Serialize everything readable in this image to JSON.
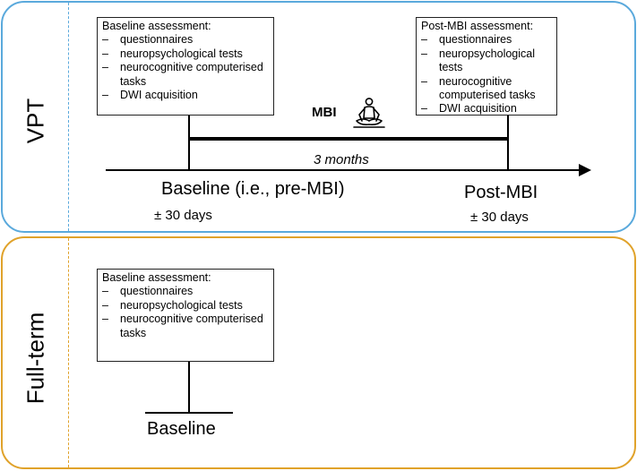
{
  "groups": {
    "vpt": "VPT",
    "full_term": "Full-term"
  },
  "vpt": {
    "baseline_box": {
      "title": "Baseline assessment:",
      "items": [
        "questionnaires",
        "neuropsychological tests",
        "neurocognitive computerised tasks",
        "DWI acquisition"
      ]
    },
    "post_box": {
      "title": "Post-MBI assessment:",
      "items": [
        "questionnaires",
        "neuropsychological tests",
        "neurocognitive computerised tasks",
        "DWI acquisition"
      ]
    },
    "mbi_label": "MBI",
    "duration": "3 months",
    "baseline_label": "Baseline (i.e., pre-MBI)",
    "baseline_window": "± 30 days",
    "post_label": "Post-MBI",
    "post_window": "± 30 days"
  },
  "full_term": {
    "baseline_box": {
      "title": "Baseline assessment:",
      "items": [
        "questionnaires",
        "neuropsychological tests",
        "neurocognitive computerised tasks"
      ]
    },
    "baseline_label": "Baseline"
  },
  "icons": {
    "meditation": "meditation-icon"
  },
  "colors": {
    "vpt_border": "#5aa9dc",
    "full_term_border": "#e0a22a"
  }
}
